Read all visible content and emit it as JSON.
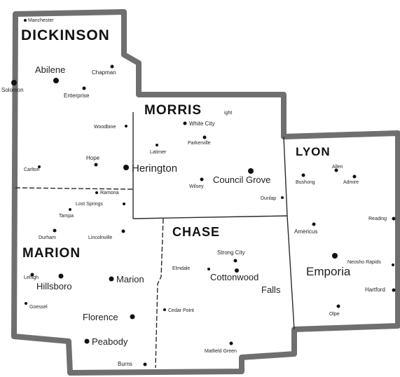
{
  "counties": {
    "dickinson": "DICKINSON",
    "morris": "MORRIS",
    "lyon": "LYON",
    "chase": "CHASE",
    "marion": "MARION"
  },
  "towns": {
    "manchester": "Manchester",
    "abilene": "Abilene",
    "chapman": "Chapman",
    "solomon": "Solomon",
    "enterprise": "Enterprise",
    "woodbine": "Woodbine",
    "hope": "Hope",
    "carlton": "Carlton",
    "herington": "Herington",
    "white_city": "White City",
    "parkerville": "Parkerville",
    "latimer": "Latimer",
    "wilsey": "Wilsey",
    "council_grove": "Council Grove",
    "dunlap": "Dunlap",
    "dwight": "ight",
    "allen": "Allen",
    "bushong": "Bushong",
    "admire": "Admire",
    "reading": "Reading",
    "americus": "Americus",
    "emporia": "Emporia",
    "neosho_rapids": "Neosho Rapids",
    "hartford": "Hartford",
    "olpe": "Olpe",
    "ramona": "Ramona",
    "lost_springs": "Lost Springs",
    "tampa": "Tampa",
    "durham": "Durham",
    "lincolnville": "Lincolnville",
    "lehigh": "Lehigh",
    "hillsboro": "Hillsboro",
    "marion": "Marion",
    "goessel": "Goessel",
    "florence": "Florence",
    "peabody": "Peabody",
    "burns": "Burns",
    "strong_city": "Strong City",
    "elmdale": "Elmdale",
    "cottonwood": "Cottonwood",
    "falls": "Falls",
    "cedar_point": "Cedar Point",
    "matfield_green": "Matfield Green"
  },
  "colors": {
    "border": "#6f6f6f",
    "line": "#2a2a2a",
    "paper": "#ffffff"
  }
}
